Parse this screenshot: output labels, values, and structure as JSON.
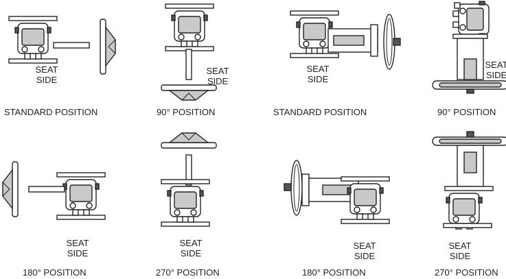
{
  "diagrams": [
    {
      "id": "a",
      "caption": "STANDARD POSITION",
      "side_line1": "SEAT",
      "side_line2": "SIDE"
    },
    {
      "id": "b",
      "caption": "90° POSITION",
      "side_line1": "SEAT",
      "side_line2": "SIDE"
    },
    {
      "id": "c",
      "caption": "STANDARD POSITION",
      "side_line1": "SEAT",
      "side_line2": "SIDE"
    },
    {
      "id": "d",
      "caption": "90° POSITION",
      "side_line1": "SEAT",
      "side_line2": "SIDE"
    },
    {
      "id": "e",
      "caption": "180° POSITION",
      "side_line1": "SEAT",
      "side_line2": "SIDE"
    },
    {
      "id": "f",
      "caption": "270° POSITION",
      "side_line1": "SEAT",
      "side_line2": "SIDE"
    },
    {
      "id": "g",
      "caption": "180° POSITION",
      "side_line1": "SEAT",
      "side_line2": "SIDE"
    },
    {
      "id": "h",
      "caption": "270° POSITION",
      "side_line1": "SEAT",
      "side_line2": "SIDE"
    }
  ]
}
